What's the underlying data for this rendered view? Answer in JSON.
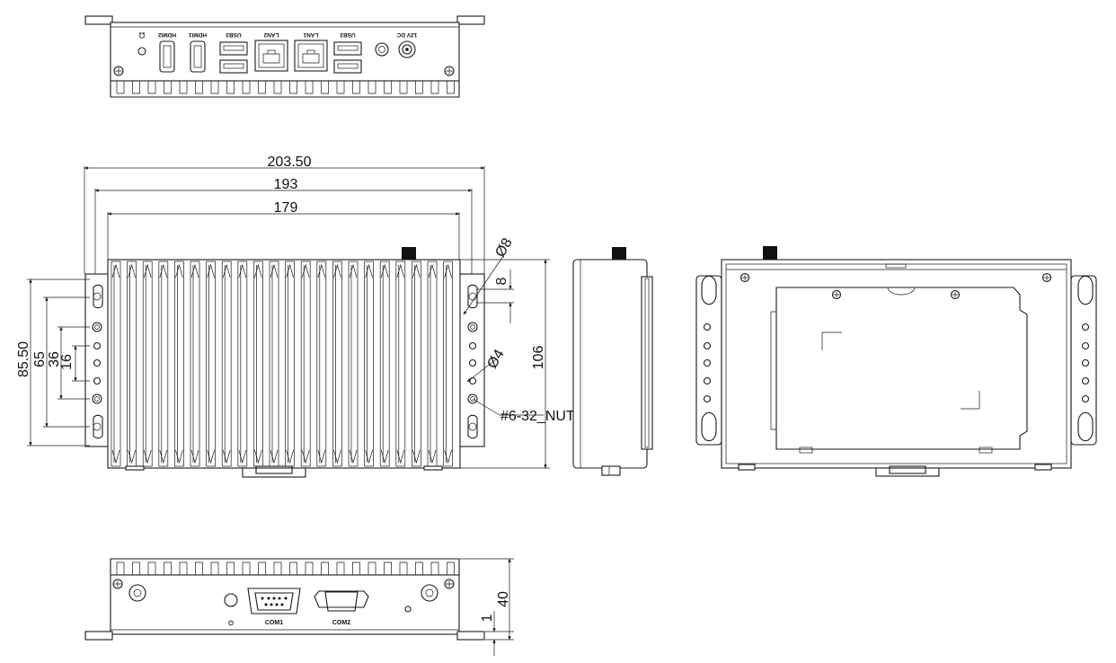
{
  "dimensions": {
    "overall_width": "203.50",
    "bracket_width": "193",
    "chassis_width": "179",
    "height": "106",
    "mount_h1": "85.50",
    "mount_h2": "65",
    "mount_h3": "36",
    "mount_h4": "16",
    "hole_big": "Ø8",
    "hole_big_offset": "8",
    "hole_small": "Ø4",
    "nut": "#6-32_NUT",
    "depth": "40",
    "foot": "1"
  },
  "front_ports": {
    "audio": "🎧",
    "hdmi2": "HDMI2",
    "hdmi1": "HDMI1",
    "usb3_left": "USB3",
    "lan2": "LAN2",
    "lan1": "LAN1",
    "usb3_right": "USB3",
    "dc": "12V DC"
  },
  "rear_ports": {
    "power_symbol": "⏻",
    "com1": "COM1",
    "com2": "COM2"
  }
}
